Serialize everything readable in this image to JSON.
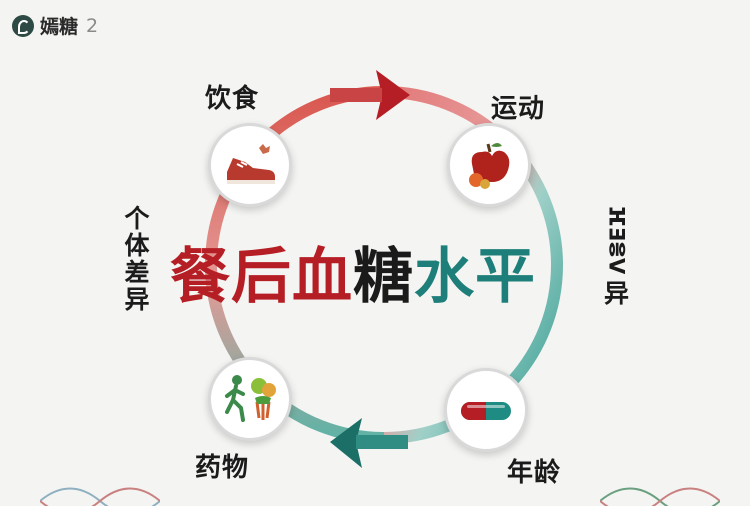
{
  "brand": {
    "name": "嫣糖",
    "number": "2"
  },
  "title": {
    "part_red": "餐后血",
    "part_black": "糖",
    "part_teal": "水平"
  },
  "factors": {
    "top_left": "饮食",
    "top_right": "运动",
    "left": "个体差异",
    "right_garbled": "ⴼⴺⴻⴸ",
    "right_tail": "异",
    "bottom_left": "药物",
    "bottom_right": "年龄"
  },
  "icons": {
    "top_left": "sneaker-icon",
    "top_right": "apple-fruit-icon",
    "bottom_left": "runner-vegetables-icon",
    "bottom_right": "capsule-icon"
  },
  "colors": {
    "red": "#b51e24",
    "teal": "#1e7f7a",
    "ring_red": "#dc6a6a",
    "ring_teal": "#3fa59b"
  }
}
